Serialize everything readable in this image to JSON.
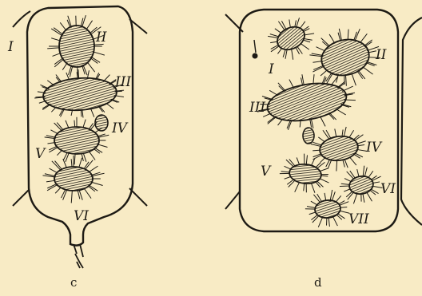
{
  "panels": [
    {
      "caption": "c",
      "labels": [
        "I",
        "II",
        "III",
        "IV",
        "V",
        "VI"
      ]
    },
    {
      "caption": "d",
      "labels": [
        "I",
        "II",
        "III",
        "IV",
        "V",
        "VI",
        "VII"
      ]
    }
  ],
  "colors": {
    "background": "#f8ebc5",
    "ink": "#1d1a14"
  }
}
